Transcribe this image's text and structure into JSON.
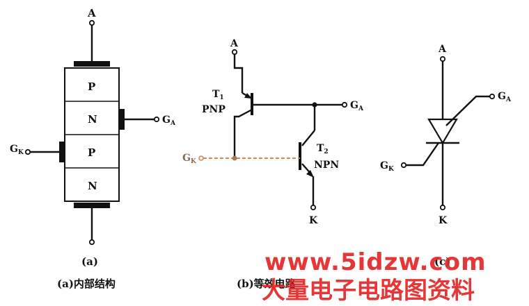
{
  "panel_a": {
    "terminal_anode": "A",
    "layer_1": "P",
    "layer_2": "N",
    "layer_3": "P",
    "layer_4": "N",
    "gate_anode_main": "G",
    "gate_anode_sub": "A",
    "gate_cathode_main": "G",
    "gate_cathode_sub": "K",
    "figure_tag": "(a)",
    "caption": "(a)内部结构"
  },
  "panel_b": {
    "terminal_anode": "A",
    "t1_main": "T",
    "t1_sub": "1",
    "t1_type": "PNP",
    "t2_main": "T",
    "t2_sub": "2",
    "t2_type": "NPN",
    "gate_anode_main": "G",
    "gate_anode_sub": "A",
    "gate_cathode_main": "G",
    "gate_cathode_sub": "K",
    "terminal_cathode": "K",
    "caption": "(b)等效电路"
  },
  "panel_c": {
    "terminal_anode": "A",
    "gate_anode_main": "G",
    "gate_anode_sub": "A",
    "gate_cathode_main": "G",
    "gate_cathode_sub": "K",
    "terminal_cathode": "K",
    "figure_tag": "(c)"
  },
  "watermark": {
    "url": "www.5idzw.com",
    "site_name": "大量电子电路图资料"
  }
}
